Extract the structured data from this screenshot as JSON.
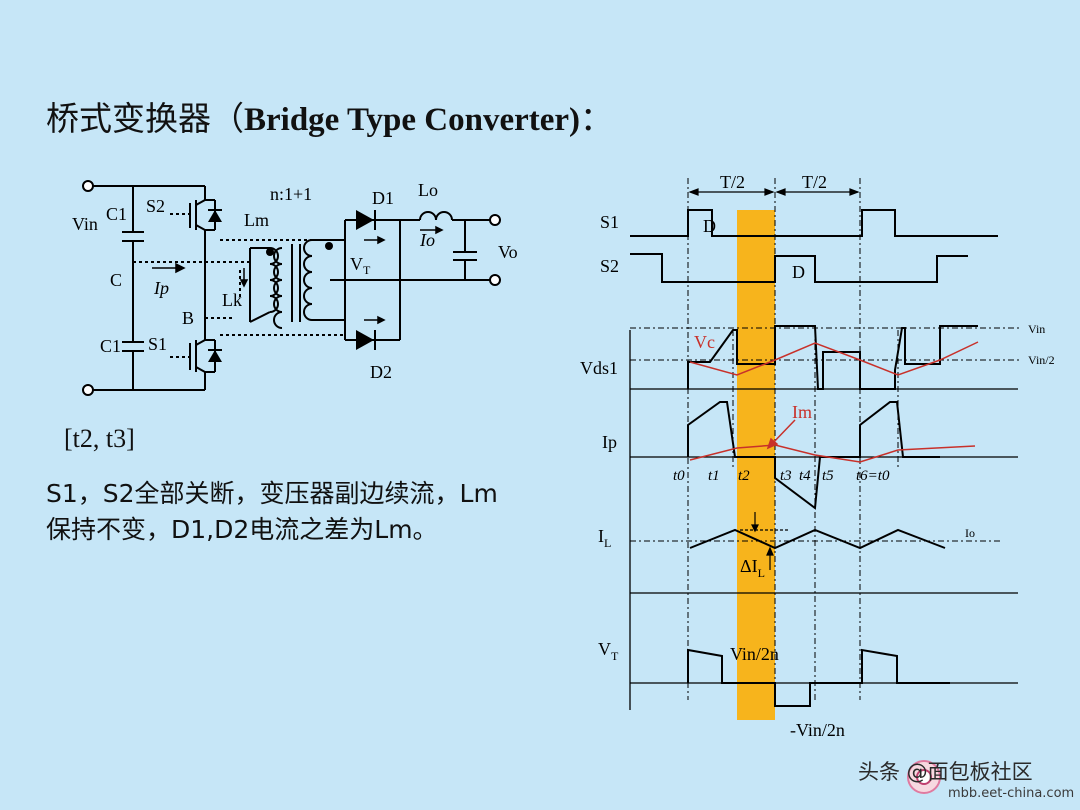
{
  "title": {
    "cn": "桥式变换器（",
    "en": "Bridge Type Converter)",
    "tail": "："
  },
  "interval": "[t2, t3]",
  "desc": {
    "line1": "S1，S2全部关断，变压器副边续流，Lm",
    "line2": "保持不变，D1,D2电流之差为Lm。"
  },
  "circuit": {
    "vin": "Vin",
    "c1_top": "C1",
    "c_mid": "C",
    "c1_bot": "C1",
    "s2": "S2",
    "s1": "S1",
    "lm": "Lm",
    "lk": "Lk",
    "ip": "Ip",
    "b": "B",
    "ratio": "n:1+1",
    "d1": "D1",
    "d2": "D2",
    "lo": "Lo",
    "io": "Io",
    "vo": "Vo",
    "vt_v": "V",
    "vt_sub": "T"
  },
  "waveforms": {
    "half_period_1": "T/2",
    "half_period_2": "T/2",
    "s1": "S1",
    "s2": "S2",
    "d_label_1": "D",
    "d_label_2": "D",
    "vds1": "Vds1",
    "vin": "Vin",
    "vin_half": "Vin/2",
    "vc": "Vc",
    "ip": "Ip",
    "im": "Im",
    "t0": "t0",
    "t1": "t1",
    "t2": "t2",
    "t3": "t3",
    "t4": "t4",
    "t5": "t5",
    "t6": "t6=t0",
    "il_i": "I",
    "il_sub": "L",
    "io": "Io",
    "delta_il": "ΔI",
    "delta_il_sub": "L",
    "vt_v": "V",
    "vt_sub": "T",
    "vin_2n": "Vin/2n",
    "neg_vin_2n": "-Vin/2n"
  },
  "watermark": {
    "text": "头条 @面包板社区",
    "url": "mbb.eet-china.com"
  },
  "colors": {
    "background": "#c6e6f7",
    "highlight": "#f7b41c",
    "annotation": "#c8312a"
  }
}
